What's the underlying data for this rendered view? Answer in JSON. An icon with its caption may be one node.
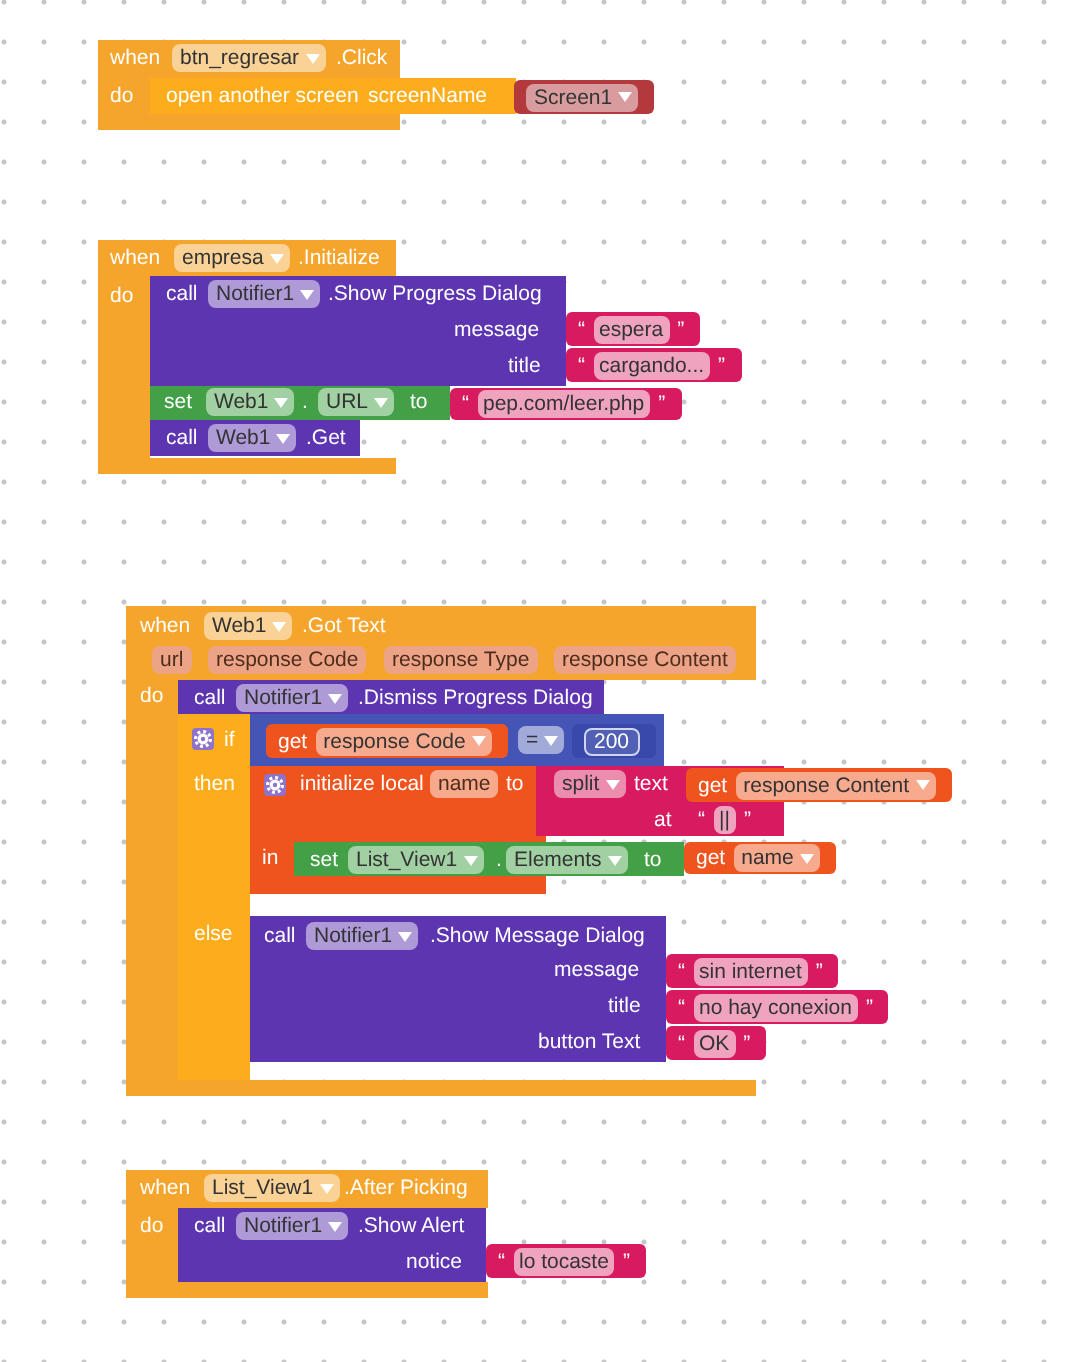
{
  "diagram": {
    "nodes": [
      {
        "text": [
          "when",
          "btn_regresar",
          ".Click",
          "do"
        ]
      },
      {
        "text": [
          "open another screen",
          "screenName"
        ]
      },
      {
        "text": [
          "Screen1"
        ]
      },
      {
        "text": [
          "when",
          "empresa",
          ".Initialize",
          "do"
        ]
      },
      {
        "text": [
          "call",
          "Notifier1",
          ".Show Progress Dialog",
          "message",
          "title"
        ]
      },
      {
        "text": [
          "“",
          "espera",
          "”"
        ]
      },
      {
        "text": [
          "“",
          "cargando...",
          "”"
        ]
      },
      {
        "text": [
          "set",
          "Web1",
          ".",
          "URL",
          "to"
        ]
      },
      {
        "text": [
          "“",
          "pep.com/leer.php",
          "”"
        ]
      },
      {
        "text": [
          "call",
          "Web1",
          ".Get"
        ],
        "in": 3
      },
      {
        "text": [
          "when",
          "Web1",
          ".Got Text",
          "url",
          "response Code",
          "response Type",
          "response Content",
          "do"
        ]
      },
      {
        "text": [
          "call",
          "Notifier1",
          ".Dismiss Progress Dialog"
        ],
        "in": 10
      },
      {
        "text": [
          "if",
          "then",
          "else"
        ],
        "in": 10
      },
      {
        "text": [
          "="
        ],
        "in": 10
      },
      {
        "text": [
          "get",
          "response Code"
        ],
        "in": 13
      },
      {
        "text": [
          "200"
        ],
        "in": 13
      },
      {
        "text": [
          "initialize local",
          "name",
          "to",
          "in"
        ],
        "in": 10
      },
      {
        "text": [
          "split",
          "text",
          "at"
        ]
      },
      {
        "text": [
          "get",
          "response Content"
        ]
      },
      {
        "text": [
          "“",
          "||",
          "”"
        ],
        "in": 17
      },
      {
        "text": [
          "set",
          "List_View1",
          ".",
          "Elements",
          "to"
        ],
        "in": 10
      },
      {
        "text": [
          "get",
          "name"
        ]
      },
      {
        "text": [
          "call",
          "Notifier1",
          ".Show Message Dialog",
          "message",
          "title",
          "button Text"
        ],
        "in": 10
      },
      {
        "text": [
          "“",
          "sin internet",
          "”"
        ]
      },
      {
        "text": [
          "“",
          "no hay conexion",
          "”"
        ]
      },
      {
        "text": [
          "“",
          "OK",
          "”"
        ]
      },
      {
        "text": [
          "when",
          "List_View1",
          ".After Picking",
          "do"
        ]
      },
      {
        "text": [
          "call",
          "Notifier1",
          ".Show Alert",
          "notice"
        ],
        "in": 26
      },
      {
        "text": [
          "“",
          "lo tocaste",
          "”"
        ]
      }
    ]
  }
}
